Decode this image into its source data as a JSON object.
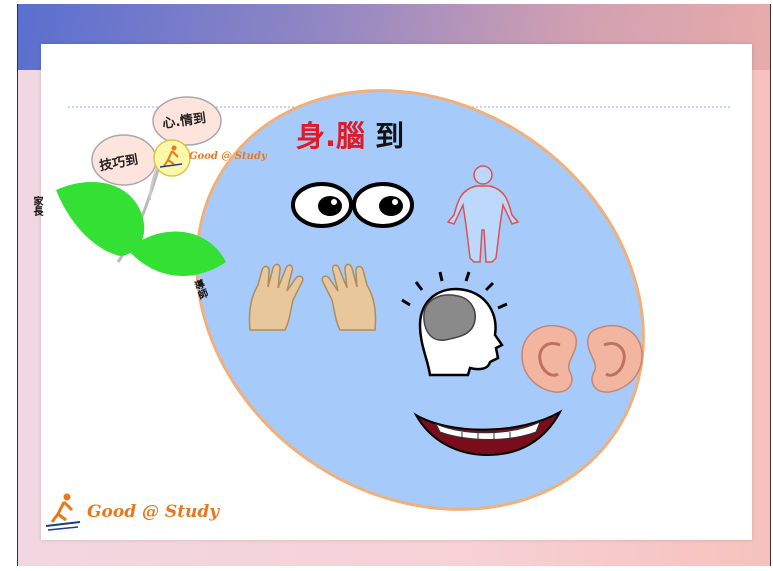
{
  "title": {
    "part1": "身.",
    "part2": "腦",
    "part3": " 到"
  },
  "petals": {
    "top": "心.情到",
    "left": "技巧到"
  },
  "side_labels": {
    "parents": "家長",
    "teachers": "導師"
  },
  "brand": {
    "text": "Good @ Study"
  },
  "colors": {
    "oval_fill": "#a6cbfb",
    "oval_stroke": "#f1b079",
    "leaf": "#33e033",
    "title_red": "#e01a26",
    "brand_orange": "#e8781e",
    "brand_blue": "#1a3c8a"
  }
}
